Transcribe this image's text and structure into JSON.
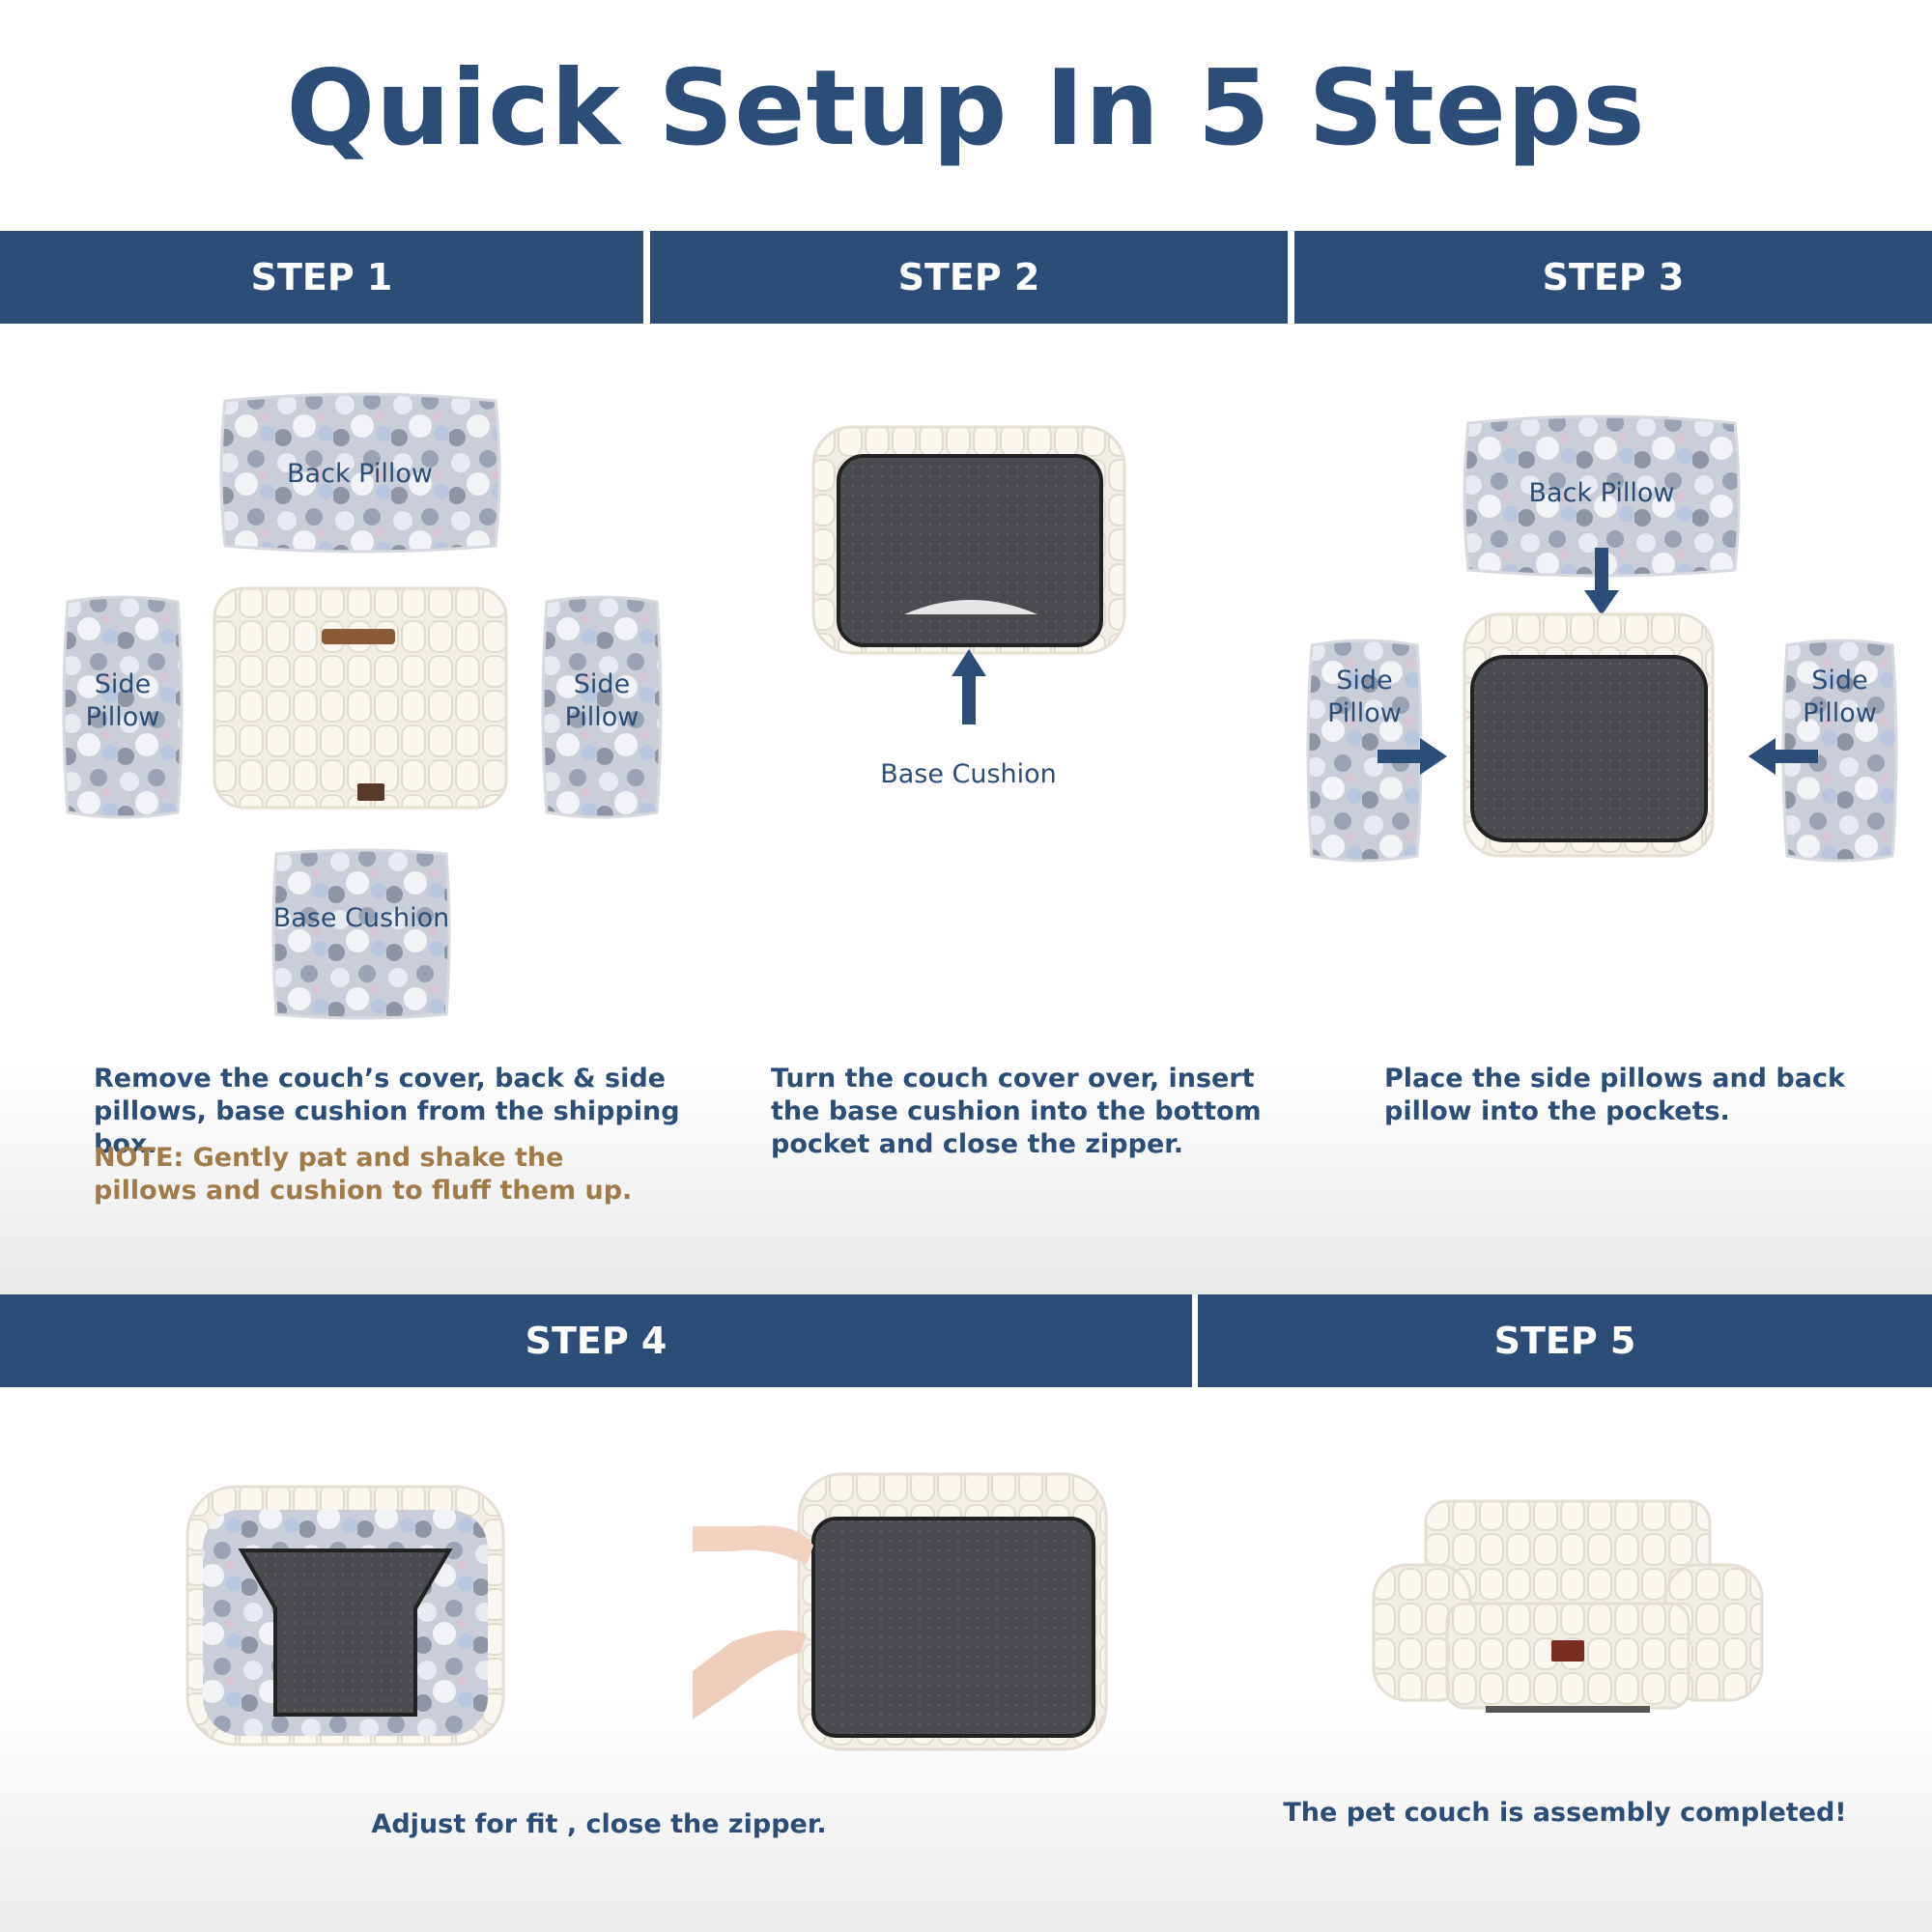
{
  "title": "Quick Setup In 5 Steps",
  "steps": [
    {
      "label": "STEP 1"
    },
    {
      "label": "STEP 2"
    },
    {
      "label": "STEP 3"
    },
    {
      "label": "STEP 4"
    },
    {
      "label": "STEP 5"
    }
  ],
  "step1": {
    "back_pillow": "Back Pillow",
    "side_pillow_left": "Side Pillow",
    "side_pillow_right": "Side Pillow",
    "base_cushion": "Base Cushion",
    "caption": "Remove the couch’s cover, back & side pillows, base cushion from the shipping box.",
    "note": "NOTE: Gently pat and shake the pillows and cushion to fluff them up."
  },
  "step2": {
    "base_cushion": "Base Cushion",
    "caption": "Turn the couch cover over, insert the base cushion into the bottom pocket and close the zipper."
  },
  "step3": {
    "back_pillow": "Back Pillow",
    "side_pillow_left": "Side Pillow",
    "side_pillow_right": "Side Pillow",
    "caption": "Place the side pillows and back pillow into the pockets."
  },
  "step4": {
    "caption": "Adjust for fit , close the zipper."
  },
  "step5": {
    "caption": "The pet couch is assembly completed!"
  },
  "colors": {
    "brand_blue": "#2b4d78",
    "note_gold": "#a07a48"
  }
}
